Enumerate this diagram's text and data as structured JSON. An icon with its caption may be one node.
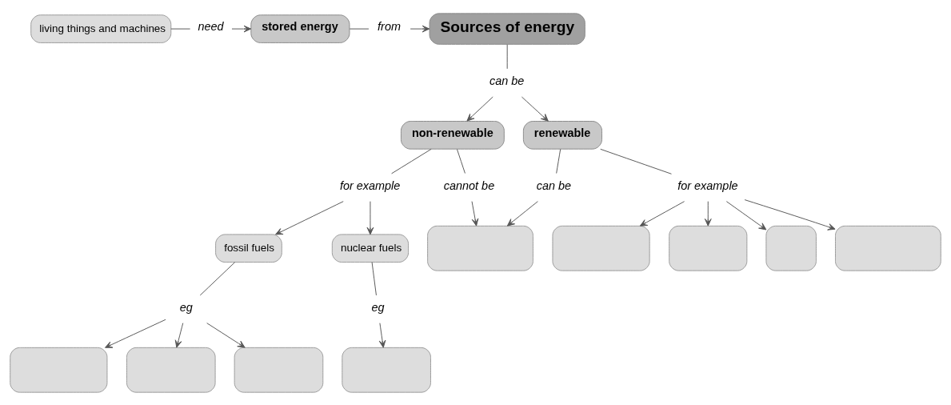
{
  "diagram": {
    "nodes": [
      {
        "text": [
          "living things and machines"
        ]
      },
      {
        "text": [
          "need"
        ]
      },
      {
        "text": [
          "stored energy"
        ]
      },
      {
        "text": [
          "from"
        ]
      },
      {
        "text": [
          "Sources of energy"
        ]
      },
      {
        "text": [
          "can be"
        ]
      },
      {
        "text": [
          "non-renewable"
        ]
      },
      {
        "text": [
          "renewable"
        ]
      },
      {
        "text": [
          "for example"
        ]
      },
      {
        "text": [
          "cannot be"
        ]
      },
      {
        "text": [
          "can be"
        ]
      },
      {
        "text": [
          "for example"
        ]
      },
      {
        "text": [
          "fossil fuels"
        ]
      },
      {
        "text": [
          "nuclear fuels"
        ]
      },
      {
        "text": [],
        "shape": "box"
      },
      {
        "text": [],
        "shape": "box"
      },
      {
        "text": [],
        "shape": "box"
      },
      {
        "text": [],
        "shape": "box"
      },
      {
        "text": [],
        "shape": "box"
      },
      {
        "text": [
          "eg"
        ]
      },
      {
        "text": [
          "eg"
        ]
      },
      {
        "text": [],
        "shape": "box"
      },
      {
        "text": [],
        "shape": "box"
      },
      {
        "text": [],
        "shape": "box"
      },
      {
        "text": [],
        "shape": "box"
      }
    ],
    "edges": [
      {
        "from": 0,
        "to": 1,
        "arrow": "none"
      },
      {
        "from": 1,
        "to": 2,
        "arrow": "to"
      },
      {
        "from": 2,
        "to": 3,
        "arrow": "none"
      },
      {
        "from": 3,
        "to": 4,
        "arrow": "to"
      },
      {
        "from": 4,
        "to": 5,
        "arrow": "none"
      },
      {
        "from": 5,
        "to": 6,
        "arrow": "to"
      },
      {
        "from": 5,
        "to": 7,
        "arrow": "to"
      },
      {
        "from": 6,
        "to": 8,
        "arrow": "none"
      },
      {
        "from": 6,
        "to": 9,
        "arrow": "none"
      },
      {
        "from": 7,
        "to": 10,
        "arrow": "none"
      },
      {
        "from": 7,
        "to": 11,
        "arrow": "none"
      },
      {
        "from": 8,
        "to": 12,
        "arrow": "to"
      },
      {
        "from": 8,
        "to": 13,
        "arrow": "to"
      },
      {
        "from": 9,
        "to": 14,
        "arrow": "to"
      },
      {
        "from": 10,
        "to": 14,
        "arrow": "to"
      },
      {
        "from": 11,
        "to": 15,
        "arrow": "to"
      },
      {
        "from": 11,
        "to": 16,
        "arrow": "to"
      },
      {
        "from": 11,
        "to": 18,
        "arrow": "to"
      },
      {
        "from": 11,
        "to": 17,
        "arrow": "to"
      },
      {
        "from": 12,
        "to": 19,
        "arrow": "none"
      },
      {
        "from": 13,
        "to": 20,
        "arrow": "none"
      },
      {
        "from": 19,
        "to": 21,
        "arrow": "to"
      },
      {
        "from": 19,
        "to": 22,
        "arrow": "to"
      },
      {
        "from": 19,
        "to": 23,
        "arrow": "to"
      },
      {
        "from": 20,
        "to": 24,
        "arrow": "to"
      }
    ]
  }
}
